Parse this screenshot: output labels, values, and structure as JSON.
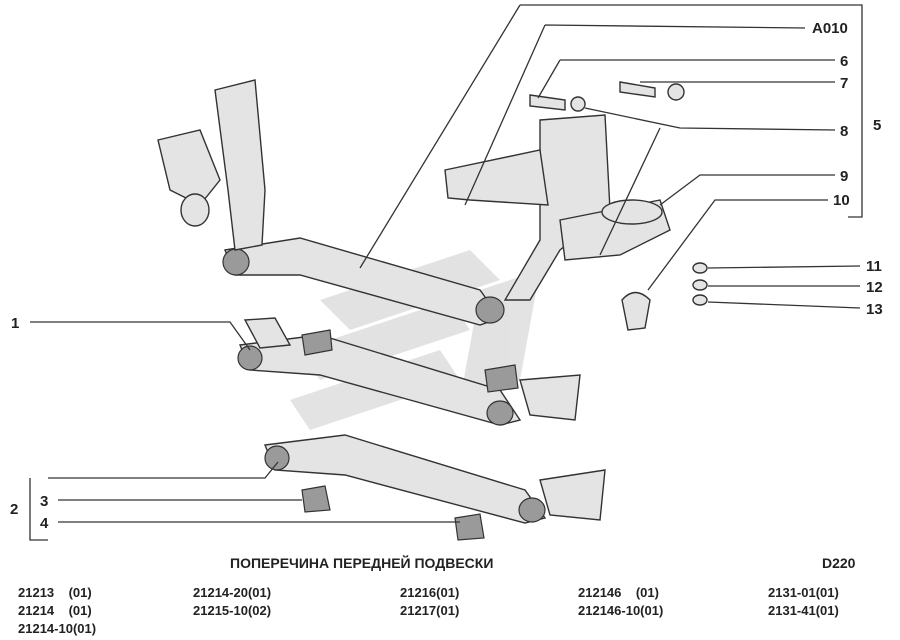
{
  "diagram": {
    "title": "ПОПЕРЕЧИНА ПЕРЕДНЕЙ ПОДВЕСКИ",
    "code": "D220",
    "callouts": {
      "a010": "A010",
      "c1": "1",
      "c2": "2",
      "c3": "3",
      "c4": "4",
      "c5": "5",
      "c6": "6",
      "c7": "7",
      "c8": "8",
      "c9": "9",
      "c10": "10",
      "c11": "11",
      "c12": "12",
      "c13": "13"
    },
    "colors": {
      "line": "#333333",
      "part_fill": "#e4e4e4",
      "watermark": "#d8d8d8"
    }
  },
  "models": [
    [
      "21213    (01)",
      "21214    (01)",
      "21214-10(01)"
    ],
    [
      "21214-20(01)",
      "21215-10(02)"
    ],
    [
      "21216(01)",
      "21217(01)"
    ],
    [
      "212146    (01)",
      "212146-10(01)"
    ],
    [
      "2131-01(01)",
      "2131-41(01)"
    ]
  ]
}
